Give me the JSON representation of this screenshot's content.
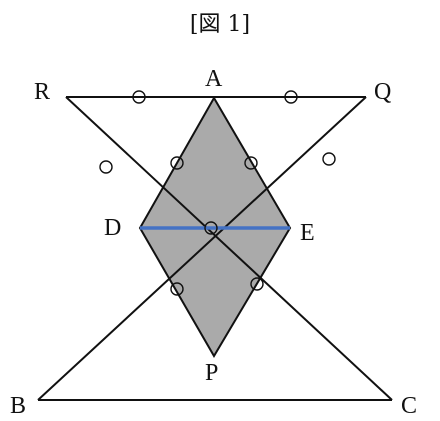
{
  "figure": {
    "title": "[図 1]",
    "labels": {
      "A": "A",
      "B": "B",
      "C": "C",
      "D": "D",
      "E": "E",
      "P": "P",
      "Q": "Q",
      "R": "R"
    },
    "colors": {
      "line": "#111111",
      "shaded_fill": "#aaaaaa",
      "segment_DE": "#4472c4"
    },
    "equal_length_mark": "circle"
  }
}
